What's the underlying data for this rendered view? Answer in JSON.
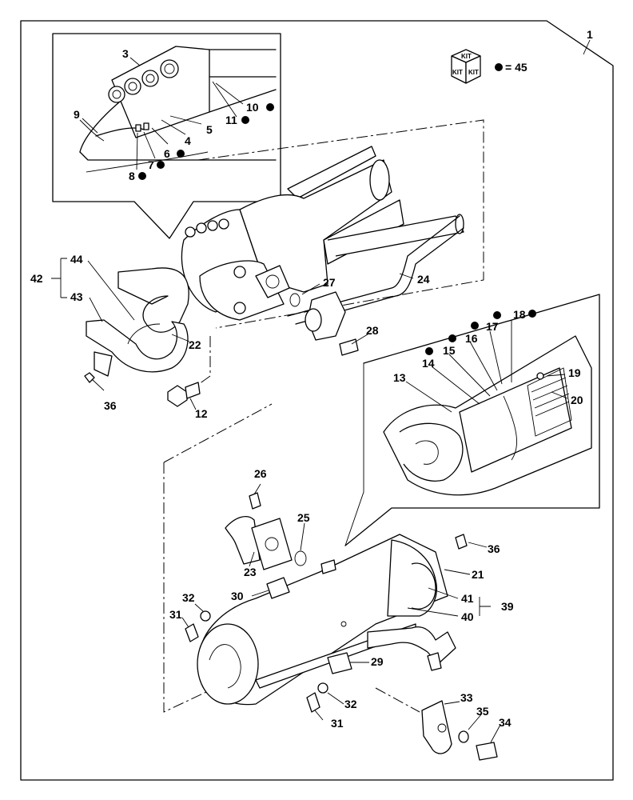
{
  "labels": {
    "l1": "1",
    "l3": "3",
    "l4": "4",
    "l5": "5",
    "l6": "6",
    "l7": "7",
    "l8": "8",
    "l9": "9",
    "l10": "10",
    "l11": "11",
    "l12": "12",
    "l13": "13",
    "l14": "14",
    "l15": "15",
    "l16": "16",
    "l17": "17",
    "l18": "18",
    "l19": "19",
    "l20": "20",
    "l21": "21",
    "l22": "22",
    "l23": "23",
    "l24": "24",
    "l25": "25",
    "l26": "26",
    "l27": "27",
    "l28": "28",
    "l29": "29",
    "l30": "30",
    "l31a": "31",
    "l31b": "31",
    "l32a": "32",
    "l32b": "32",
    "l33": "33",
    "l34": "34",
    "l35": "35",
    "l36a": "36",
    "l36b": "36",
    "l39": "39",
    "l40": "40",
    "l41": "41",
    "l42": "42",
    "l43": "43",
    "l44": "44"
  },
  "kit": {
    "top": "KIT",
    "left": "KIT",
    "right": "KIT",
    "legend": "= 45"
  }
}
